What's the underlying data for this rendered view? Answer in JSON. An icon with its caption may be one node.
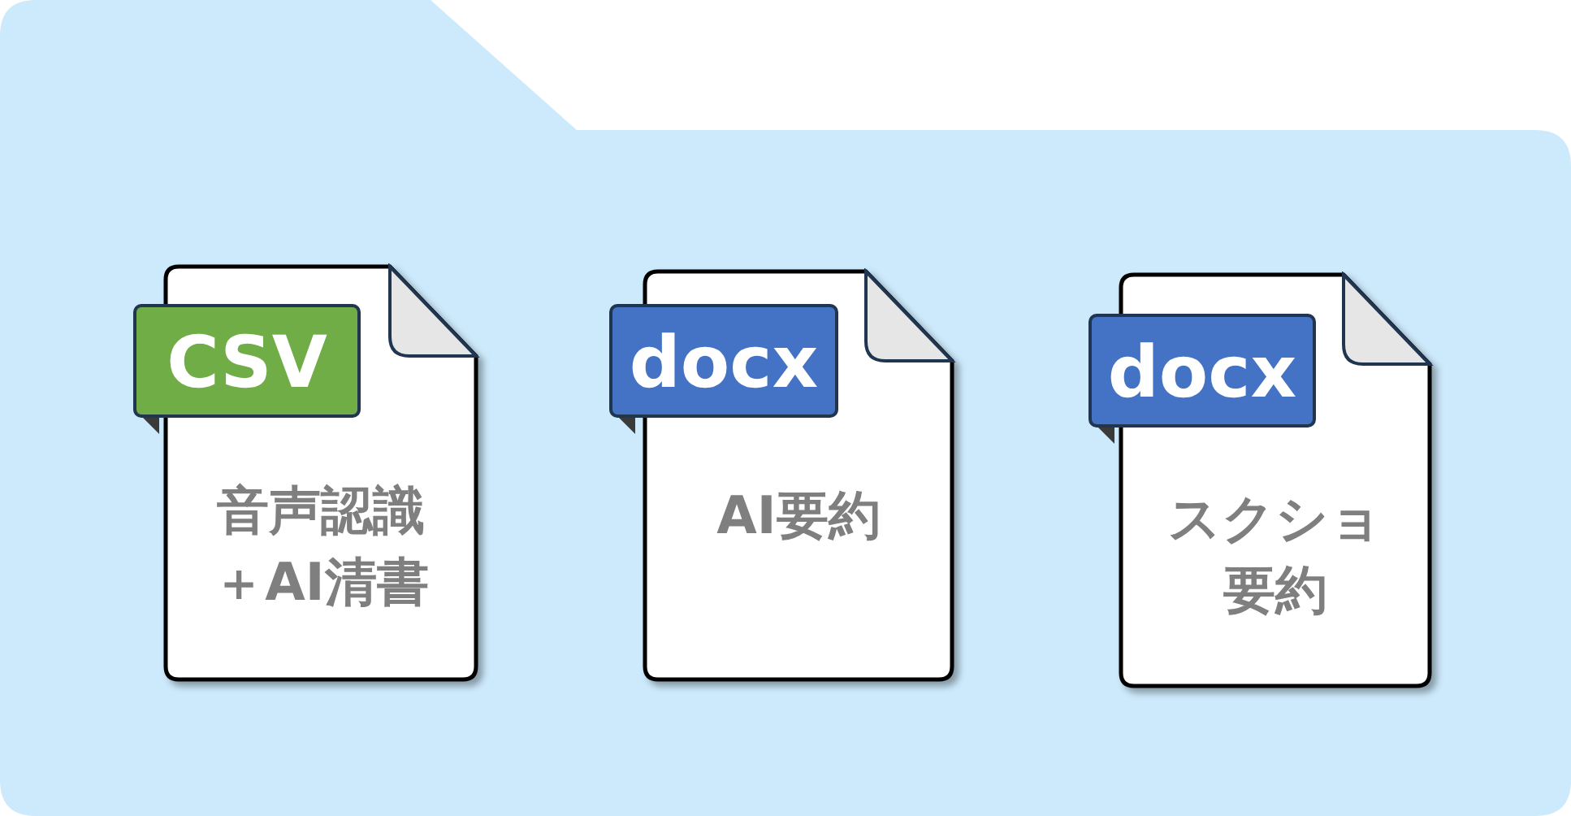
{
  "diagram": {
    "nodes": [
      {
        "text": [],
        "shape": "folder"
      },
      {
        "text": [
          "CSV",
          "音声認識＋AI清書"
        ],
        "in": 0
      },
      {
        "text": [
          "docx",
          "AI要約"
        ],
        "in": 0
      },
      {
        "text": [
          "docx",
          "スクショ要約"
        ],
        "in": 0
      }
    ]
  }
}
